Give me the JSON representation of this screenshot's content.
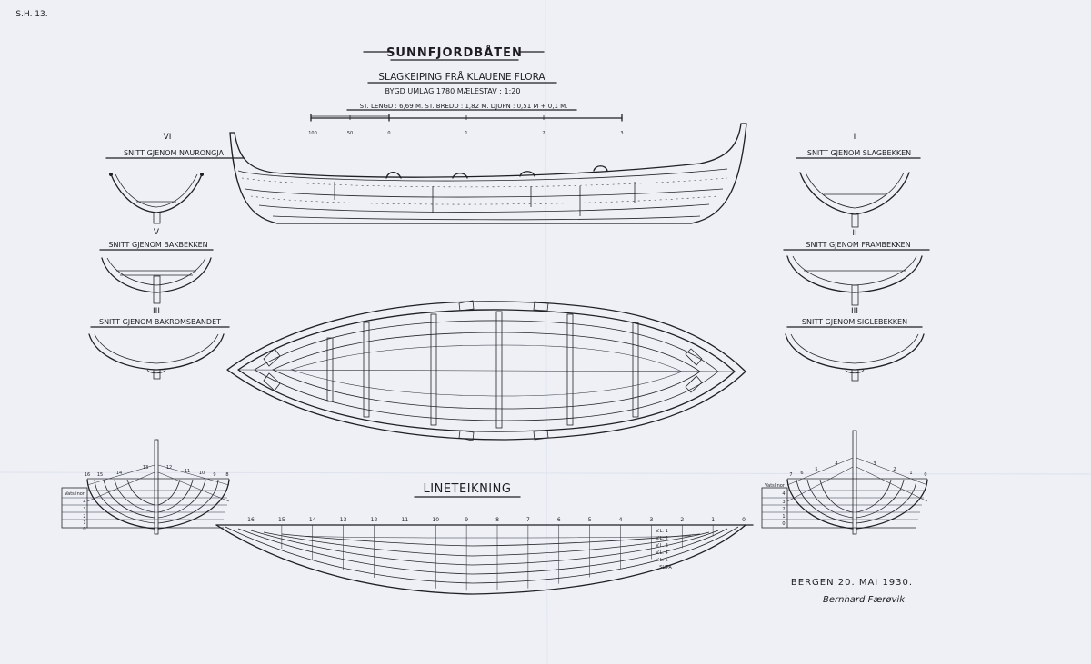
{
  "corner_mark": "S.H. 13.",
  "title": "SUNNFJORDBÅTEN",
  "subtitle": "SLAGKEIPING FRÅ KLAUENE FLORA",
  "info_line": "BYGD UMLAG 1780  MÆLESTAV : 1:20",
  "dims_line": "ST. LENGD : 6,69 M. ST. BREDD : 1,82 M. DJUPN : 0,51 M + 0,1 M.",
  "scale_bar": {
    "labels": [
      "100",
      "50",
      "0",
      "1",
      "2",
      "3"
    ]
  },
  "sections": {
    "vi": {
      "numeral": "VI",
      "label": "SNITT GJENOM NAURONGJA"
    },
    "v": {
      "numeral": "V",
      "label": "SNITT GJENOM BAKBEKKEN"
    },
    "iii_left": {
      "numeral": "III",
      "label": "SNITT GJENOM BAKROMSBANDET"
    },
    "i": {
      "numeral": "I",
      "label": "SNITT GJENOM SLAGBEKKEN"
    },
    "ii": {
      "numeral": "II",
      "label": "SNITT GJENOM FRAMBEKKEN"
    },
    "iii_right": {
      "numeral": "III",
      "label": "SNITT GJENOM SIGLEBEKKEN"
    }
  },
  "lines_title": "LINETEIKNING",
  "station_labels": [
    "16",
    "15",
    "14",
    "13",
    "12",
    "11",
    "10",
    "9",
    "8",
    "7",
    "6",
    "5",
    "4",
    "3",
    "2",
    "1",
    "0"
  ],
  "body_plan_left": {
    "top_numbers": [
      "16",
      "15",
      "14",
      "13",
      "12",
      "11",
      "10",
      "9",
      "8"
    ],
    "waterline_label": "Vatslinor",
    "waterlines": [
      "4",
      "3",
      "2",
      "1",
      "0"
    ]
  },
  "body_plan_right": {
    "top_numbers": [
      "7",
      "6",
      "5",
      "4",
      "3",
      "2",
      "1",
      "0"
    ],
    "waterline_label": "Vatslinor",
    "waterlines": [
      "4",
      "3",
      "2",
      "1",
      "0"
    ]
  },
  "profile_wl_labels": [
    "V.L. 1",
    "V.L. 2",
    "V.L. 3",
    "V.L. 4",
    "V.L. 5",
    "SLIPA"
  ],
  "date_line": "BERGEN 20. MAI 1930.",
  "signature": "Bernhard Færøvik"
}
